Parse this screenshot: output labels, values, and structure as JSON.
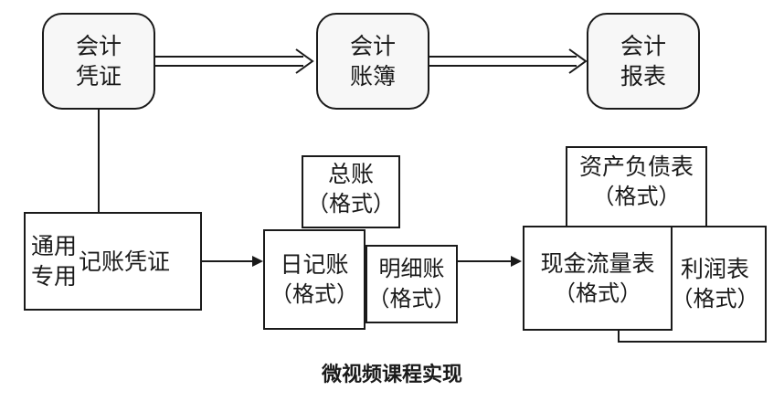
{
  "flow": [
    {
      "line1": "会计",
      "line2": "凭证"
    },
    {
      "line1": "会计",
      "line2": "账簿"
    },
    {
      "line1": "会计",
      "line2": "报表"
    }
  ],
  "voucher": {
    "type1": "通用",
    "type2": "专用",
    "label": "记账凭证"
  },
  "ledgers": [
    {
      "name": "总账",
      "format": "（格式）"
    },
    {
      "name": "日记账",
      "format": "（格式）"
    },
    {
      "name": "明细账",
      "format": "（格式）"
    }
  ],
  "statements": [
    {
      "name": "资产负债表",
      "format": "（格式）"
    },
    {
      "name": "现金流量表",
      "format": "（格式）"
    },
    {
      "name": "利润表",
      "format": "（格式）"
    }
  ],
  "caption": "微视频课程实现"
}
